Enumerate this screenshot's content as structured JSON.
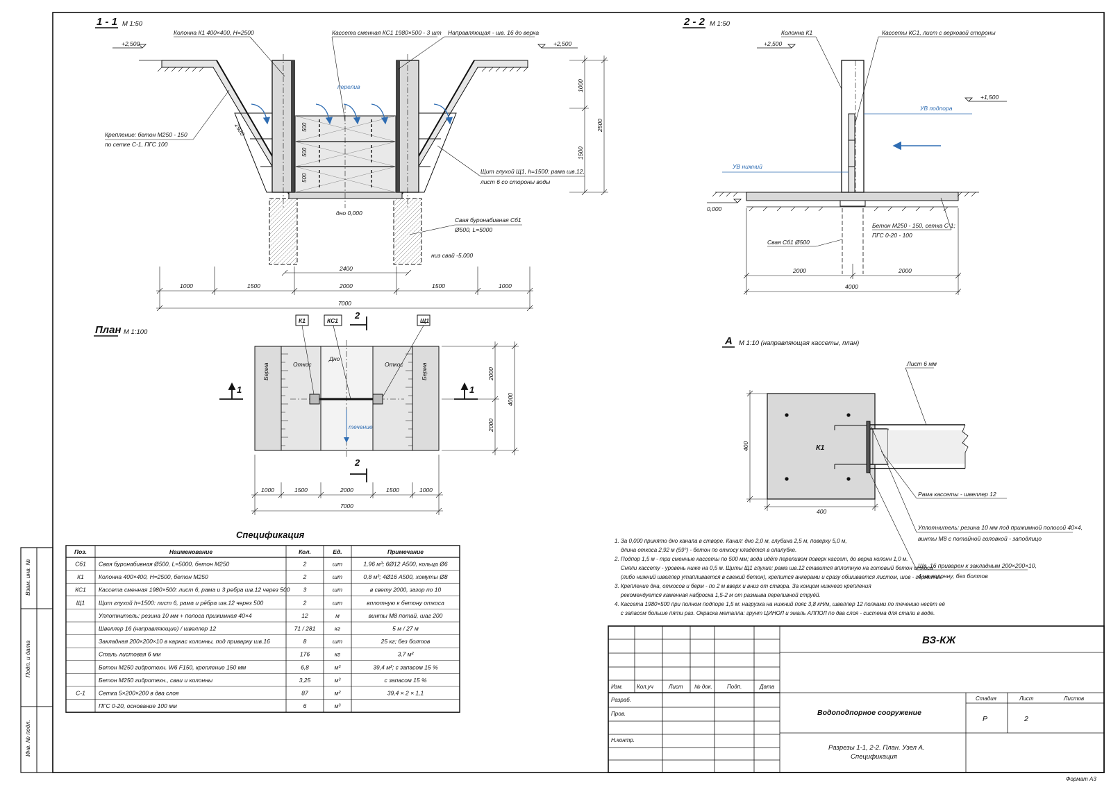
{
  "sec11": {
    "title": "1 - 1",
    "scale": "М 1:50",
    "lbl_column": "Колонна К1 400×400, H=2500",
    "lbl_cassette": "Кассета сменная КС1 1980×500 - 3 шт",
    "lbl_guide": "Направляющая - шв. 16 до верха",
    "lvl_left": "+2,500",
    "lvl_right": "+2,500",
    "lbl_overflow": "перелив",
    "lbl_lining_1": "Крепление: бетон М250 - 150",
    "lbl_lining_2": "по сетке С-1, ПГС 100",
    "dim_slope": "2920",
    "lbl_shield_1": "Щит глухой Щ1, h=1500: рама шв.12,",
    "lbl_shield_2": "лист 6 со стороны воды",
    "lbl_bottom": "дно 0,000",
    "lbl_pile_1": "Свая буронабивная Сб1",
    "lbl_pile_2": "Ø500, L=5000",
    "lbl_pile_bottom": "низ свай -5,000",
    "dim_c1": "500",
    "dim_c2": "500",
    "dim_c3": "500",
    "dim_v1": "1000",
    "dim_v2": "1500",
    "dim_vtotal": "2500",
    "dim_2400": "2400",
    "dims": [
      "1000",
      "1500",
      "2000",
      "1500",
      "1000"
    ],
    "dim_total": "7000"
  },
  "sec22": {
    "title": "2 - 2",
    "scale": "М 1:50",
    "lbl_column": "Колонна К1",
    "lbl_cassettes": "Кассеты КС1, лист с верховой стороны",
    "lvl_top": "+2,500",
    "lvl_up": "+1,500",
    "lbl_uv_up": "УВ подпора",
    "lbl_uv_down": "УВ нижний",
    "lvl_zero": "0,000",
    "lbl_concrete_1": "Бетон М250 - 150, сетка С-1;",
    "lbl_concrete_2": "ПГС 0-20 - 100",
    "lbl_pile": "Свая Сб1 Ø500",
    "dims": [
      "2000",
      "2000"
    ],
    "dim_total": "4000"
  },
  "plan": {
    "title": "План",
    "scale": "М 1:100",
    "tag_k1": "К1",
    "tag_ks1": "КС1",
    "tag_sh1": "Щ1",
    "cut_num": "2",
    "cut_left": "1",
    "cut_right": "1",
    "lbl_berm_l": "Берма",
    "lbl_berm_r": "Берма",
    "lbl_slope_l": "Откос",
    "lbl_slope_r": "Откос",
    "lbl_bottom": "Дно",
    "lbl_flow": "течение",
    "vdims": [
      "2000",
      "2000"
    ],
    "vdim_total": "4000",
    "dims": [
      "1000",
      "1500",
      "2000",
      "1500",
      "1000"
    ],
    "dim_total": "7000"
  },
  "nodeA": {
    "title": "А",
    "scale": "М 1:10 (направляющая кассеты, план)",
    "lbl_plate": "Лист 6 мм",
    "lbl_k1": "К1",
    "dim_h": "400",
    "dim_w": "400",
    "lbl_frame": "Рама кассеты - швеллер 12",
    "lbl_seal_1": "Уплотнитель: резина 10 мм под прижимной полосой 40×4,",
    "lbl_seal_2": "винты М8 с потайной головкой - заподлицо",
    "lbl_ch_1": "Шв. 16 приварен к закладным 200×200×10,",
    "lbl_ch_2": "4 на колонну, без болтов"
  },
  "notes": [
    "1. За 0,000 принято дно канала в створе. Канал: дно 2,0 м, глубина 2,5 м, поверху 5,0 м,",
    "    длина откоса 2,92 м (59°) - бетон по откосу кладётся в опалубке.",
    "2. Подпор 1,5 м - три сменные кассеты по 500 мм; вода идёт переливом поверх кассет, до верха колонн 1,0 м.",
    "    Сняли кассету - уровень ниже на 0,5 м. Щиты Щ1 глухие: рама шв.12 ставится вплотную на готовый бетон откоса",
    "    (либо нижний швеллер утапливается в свежий бетон), крепится анкерами и сразу обшивается листом, шов - герметик.",
    "3. Крепление дна, откосов и берм - по 2 м вверх и вниз от створа. За концом нижнего крепления",
    "    рекомендуется каменная наброска 1,5-2 м от размыва переливной струёй.",
    "4. Кассета 1980×500 при полном подпоре 1,5 м: нагрузка на нижний пояс 3,8 кН/м, швеллер 12 полками по течению несёт её",
    "    с запасом больше пяти раз. Окраска металла: грунт ЦИНОЛ и эмаль АЛПОЛ по два слоя - система для стали в воде."
  ],
  "spec": {
    "title": "Спецификация",
    "headers": [
      "Поз.",
      "Наименование",
      "Кол.",
      "Ед.",
      "Примечание"
    ],
    "rows": [
      [
        "Сб1",
        "Свая буронабивная Ø500, L=5000, бетон М250",
        "2",
        "шт",
        "1,96 м³; 6Ø12 А500, кольца Ø6"
      ],
      [
        "К1",
        "Колонна 400×400, H=2500, бетон М250",
        "2",
        "шт",
        "0,8 м³; 4Ø16 А500, хомуты Ø8"
      ],
      [
        "КС1",
        "Кассета сменная 1980×500: лист 6, рама и 3 ребра шв.12 через 500",
        "3",
        "шт",
        "в свету 2000, зазор по 10"
      ],
      [
        "Щ1",
        "Щит глухой h=1500: лист 6, рама и рёбра шв.12 через 500",
        "2",
        "шт",
        "вплотную к бетону откоса"
      ],
      [
        "",
        "Уплотнитель: резина 10 мм + полоса прижимная 40×4",
        "12",
        "м",
        "винты М8 потай, шаг 200"
      ],
      [
        "",
        "Швеллер 16 (направляющие) / швеллер 12",
        "71 / 281",
        "кг",
        "5 м / 27 м"
      ],
      [
        "",
        "Закладная 200×200×10 в каркас колонны, под приварку шв.16",
        "8",
        "шт",
        "25 кг; без болтов"
      ],
      [
        "",
        "Сталь листовая 6 мм",
        "176",
        "кг",
        "3,7 м²"
      ],
      [
        "",
        "Бетон М250 гидротехн. W6 F150, крепление 150 мм",
        "6,8",
        "м³",
        "39,4 м²; с запасом 15 %"
      ],
      [
        "",
        "Бетон М250 гидротехн., сваи и колонны",
        "3,25",
        "м³",
        "с запасом 15 %"
      ],
      [
        "С-1",
        "Сетка 5×200×200 в два слоя",
        "87",
        "м²",
        "39,4 × 2 × 1,1"
      ],
      [
        "",
        "ПГС 0-20, основание 100 мм",
        "6",
        "м³",
        ""
      ]
    ]
  },
  "side": {
    "lbl1": "Взам. инв. №",
    "lbl2": "Подп. и дата",
    "lbl3": "Инв. № подл."
  },
  "stamp": {
    "code": "ВЗ-КЖ",
    "cols": [
      "Изм.",
      "Кол.уч",
      "Лист",
      "№ док.",
      "Подп.",
      "Дата"
    ],
    "roles": [
      "Разраб.",
      "Пров.",
      "Н.контр."
    ],
    "object": "Водоподпорное сооружение",
    "sheet_title_1": "Разрезы 1-1, 2-2. План. Узел А.",
    "sheet_title_2": "Спецификация",
    "h_stage": "Стадия",
    "h_sheet": "Лист",
    "h_sheets": "Листов",
    "stage": "Р",
    "sheet": "2"
  },
  "format": "Формат А3",
  "colors": {
    "line": "#111111",
    "concrete": "#d9d9d9",
    "concrete_light": "#ededed",
    "water": "#2f6db3"
  }
}
